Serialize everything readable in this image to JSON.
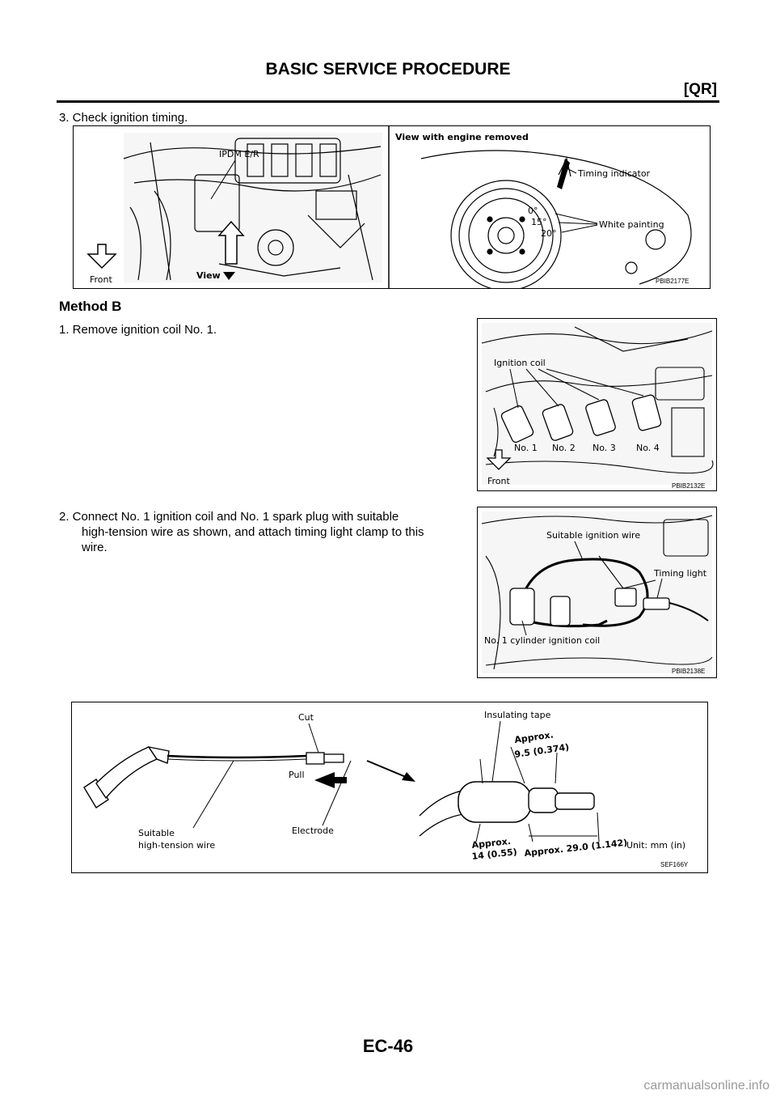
{
  "header": {
    "title": "BASIC SERVICE PROCEDURE",
    "section": "[QR]"
  },
  "steps": {
    "check_timing": "3. Check ignition timing.",
    "method_heading": "Method B",
    "remove_coil": "1.  Remove ignition coil No. 1.",
    "connect_line1": "2.  Connect No. 1 ignition coil and No. 1 spark plug with suitable",
    "connect_line2": "high-tension wire as shown, and attach timing light clamp to this",
    "connect_line3": "wire."
  },
  "figures": {
    "fig1": {
      "id": "PBIB2177E",
      "labels": {
        "ipdm": "IPDM E/R",
        "front": "Front",
        "view": "View",
        "view_removed": "View with engine removed",
        "timing_indicator": "Timing indicator",
        "deg0": "0°",
        "deg15": "15°",
        "deg20": "20°",
        "white_painting": "White painting"
      }
    },
    "fig2": {
      "id": "PBIB2132E",
      "labels": {
        "ignition_coil": "Ignition coil",
        "no1": "No. 1",
        "no2": "No. 2",
        "no3": "No. 3",
        "no4": "No. 4",
        "front": "Front"
      }
    },
    "fig3": {
      "id": "PBIB2138E",
      "labels": {
        "suitable_wire": "Suitable ignition wire",
        "timing_light": "Timing light",
        "cylinder_coil": "No. 1 cylinder ignition coil"
      }
    },
    "fig4": {
      "id": "SEF166Y",
      "labels": {
        "cut": "Cut",
        "pull": "Pull",
        "electrode": "Electrode",
        "suitable": "Suitable",
        "high_tension": "high-tension  wire",
        "insulating_tape": "Insulating  tape",
        "approx_a": "Approx.",
        "approx_a_val": "9.5  (0.374)",
        "approx_b": "Approx.",
        "approx_b_val": "14  (0.55)",
        "approx_c": "Approx.  29.0  (1.142)",
        "unit": "Unit:  mm  (in)"
      }
    }
  },
  "footer": {
    "page_code": "EC-46",
    "watermark": "carmanualsonline.info"
  }
}
